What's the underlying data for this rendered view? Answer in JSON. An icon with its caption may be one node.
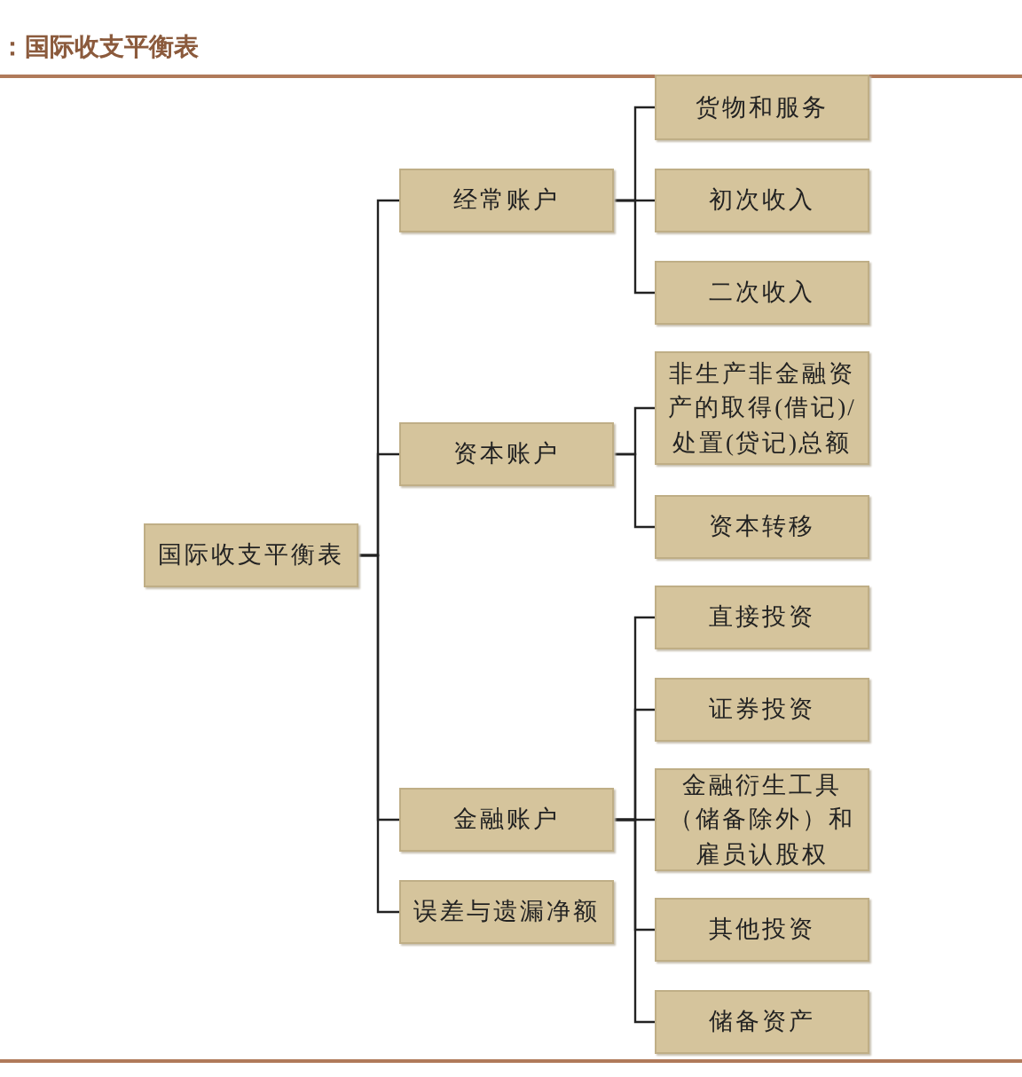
{
  "diagram": {
    "title": "：国际收支平衡表",
    "nodes": [
      {
        "text": [
          "国际收支平衡表"
        ]
      },
      {
        "text": [
          "经常账户"
        ]
      },
      {
        "text": [
          "货物和服务"
        ]
      },
      {
        "text": [
          "初次收入"
        ]
      },
      {
        "text": [
          "二次收入"
        ]
      },
      {
        "text": [
          "资本账户"
        ]
      },
      {
        "text": [
          "非生产非金融资产的取得(借记)/处置(贷记)总额"
        ]
      },
      {
        "text": [
          "资本转移"
        ]
      },
      {
        "text": [
          "金融账户"
        ]
      },
      {
        "text": [
          "直接投资"
        ]
      },
      {
        "text": [
          "证券投资"
        ]
      },
      {
        "text": [
          "金融衍生工具（储备除外）和雇员认股权"
        ]
      },
      {
        "text": [
          "其他投资"
        ]
      },
      {
        "text": [
          "储备资产"
        ]
      },
      {
        "text": [
          "误差与遗漏净额"
        ]
      }
    ],
    "edges": [
      {
        "from": 0,
        "to": 1,
        "arrow": "none"
      },
      {
        "from": 0,
        "to": 5,
        "arrow": "none"
      },
      {
        "from": 0,
        "to": 8,
        "arrow": "none"
      },
      {
        "from": 0,
        "to": 14,
        "arrow": "none"
      },
      {
        "from": 1,
        "to": 2,
        "arrow": "none"
      },
      {
        "from": 1,
        "to": 3,
        "arrow": "none"
      },
      {
        "from": 1,
        "to": 4,
        "arrow": "none"
      },
      {
        "from": 5,
        "to": 6,
        "arrow": "none"
      },
      {
        "from": 5,
        "to": 7,
        "arrow": "none"
      },
      {
        "from": 8,
        "to": 9,
        "arrow": "none"
      },
      {
        "from": 8,
        "to": 10,
        "arrow": "none"
      },
      {
        "from": 8,
        "to": 11,
        "arrow": "none"
      },
      {
        "from": 8,
        "to": 12,
        "arrow": "none"
      },
      {
        "from": 8,
        "to": 13,
        "arrow": "none"
      }
    ]
  }
}
